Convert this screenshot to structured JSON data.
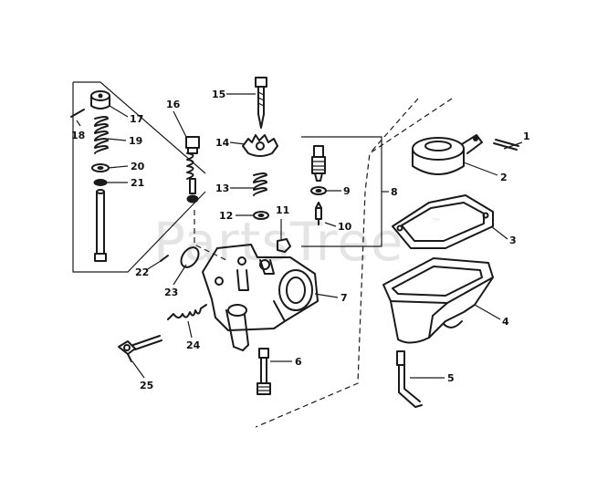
{
  "watermark": "PartsTree",
  "trademark": "™",
  "callouts": {
    "c1": "1",
    "c2": "2",
    "c3": "3",
    "c4": "4",
    "c5": "5",
    "c6": "6",
    "c7": "7",
    "c8": "8",
    "c9": "9",
    "c10": "10",
    "c11": "11",
    "c12": "12",
    "c13": "13",
    "c14": "14",
    "c15": "15",
    "c16": "16",
    "c17": "17",
    "c18": "18",
    "c19": "19",
    "c20": "20",
    "c21": "21",
    "c22": "22",
    "c23": "23",
    "c24": "24",
    "c25": "25"
  }
}
